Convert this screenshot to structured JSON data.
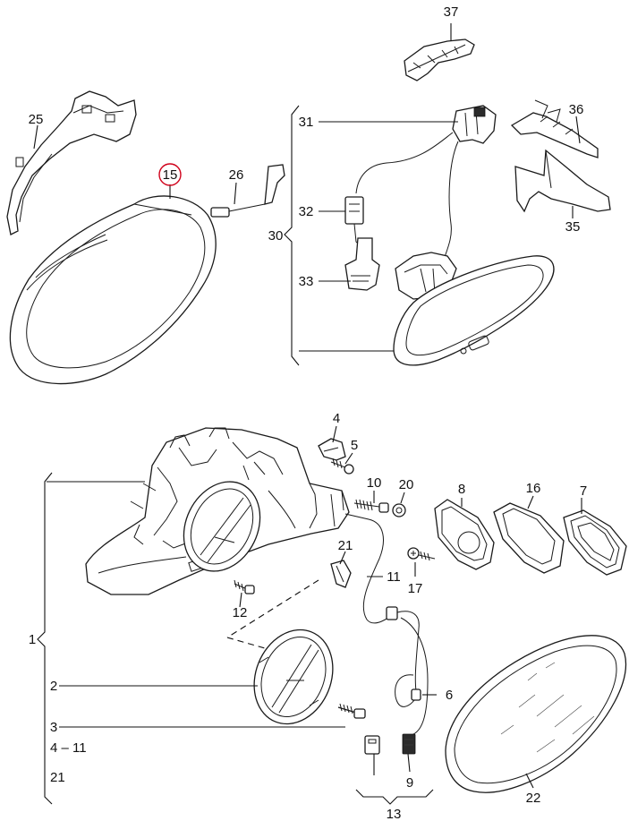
{
  "callouts": {
    "c1": "1",
    "c2": "2",
    "c3": "3",
    "c4_11": "4 – 11",
    "c21b": "21",
    "c4": "4",
    "c5": "5",
    "c6": "6",
    "c7": "7",
    "c8": "8",
    "c9": "9",
    "c10": "10",
    "c11": "11",
    "c12": "12",
    "c13": "13",
    "c15": "15",
    "c16": "16",
    "c17": "17",
    "c20": "20",
    "c21": "21",
    "c22": "22",
    "c25": "25",
    "c26": "26",
    "c30": "30",
    "c31": "31",
    "c32": "32",
    "c33": "33",
    "c35": "35",
    "c36": "36",
    "c37": "37"
  },
  "colors": {
    "line": "#111111",
    "highlight_circle": "#d0021b",
    "background": "#ffffff"
  }
}
